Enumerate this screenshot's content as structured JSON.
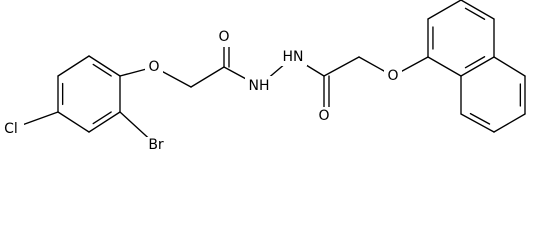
{
  "molecule": {
    "atoms": {
      "oxygen_ether_left": "O",
      "oxygen_carbonyl_left": "O",
      "nitrogen_left": "NH",
      "nitrogen_right": "HN",
      "oxygen_carbonyl_right": "O",
      "oxygen_ether_right": "O",
      "bromine": "Br",
      "chlorine": "Cl"
    }
  },
  "colors": {
    "bond": "#000000",
    "label": "#000000",
    "background": "#ffffff"
  }
}
